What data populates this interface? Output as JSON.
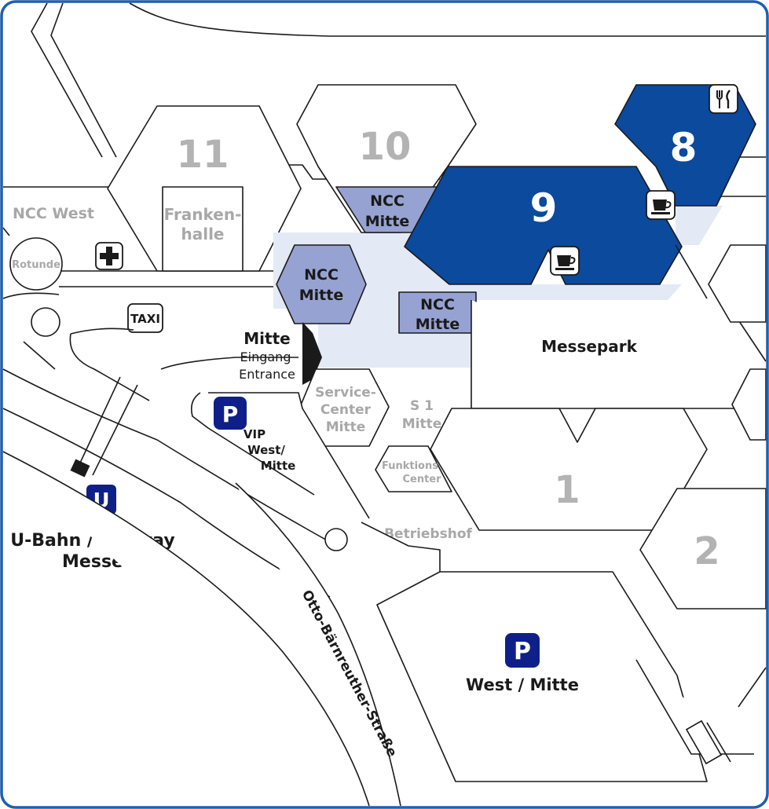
{
  "halls": {
    "h1": "1",
    "h2": "2",
    "h8": "8",
    "h9": "9",
    "h10": "10",
    "h11": "11"
  },
  "labels": {
    "ncc_west": "NCC West",
    "rotunde": "Rotunde",
    "frankenhalle_1": "Franken-",
    "frankenhalle_2": "halle",
    "ncc_mitte_a_1": "NCC",
    "ncc_mitte_a_2": "Mitte",
    "ncc_mitte_b_1": "NCC",
    "ncc_mitte_b_2": "Mitte",
    "ncc_mitte_c_1": "NCC",
    "ncc_mitte_c_2": "Mitte",
    "mitte": "Mitte",
    "eingang": "Eingang",
    "entrance": "Entrance",
    "messepark": "Messepark",
    "service_1": "Service-",
    "service_2": "Center",
    "service_3": "Mitte",
    "s1_1": "S 1",
    "s1_2": "Mitte",
    "funktions_1": "Funktions",
    "funktions_2": "Center",
    "betriebshof": "Betriebshof",
    "vip_1": "VIP",
    "vip_2": "West/",
    "vip_3": "Mitte",
    "ubahn_1": "U-Bahn / Subway",
    "ubahn_2": "Messe",
    "parking_main": "West / Mitte",
    "street": "Otto-Bärnreuther-Straße"
  },
  "icons": {
    "parking_letter": "P",
    "ubahn_letter": "U",
    "taxi": "TAXI"
  },
  "colors": {
    "hall_blue": "#0b4a9c",
    "ncc_lavender": "#96a3d2",
    "plaza": "#e4e9f6",
    "frame": "#1f5fb0"
  }
}
